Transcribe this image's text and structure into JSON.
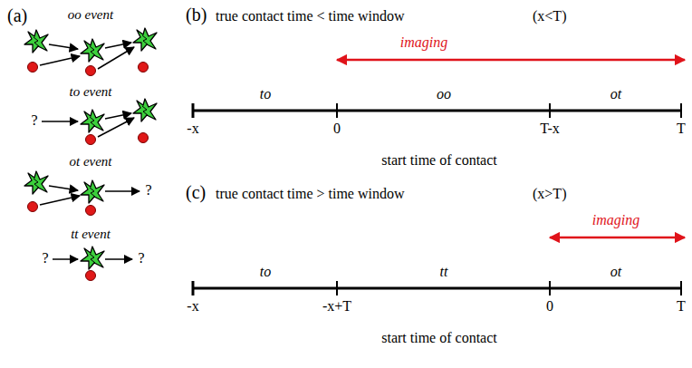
{
  "diagram": {
    "labels": [
      "(a)",
      "oo event",
      "to event",
      "?",
      "ot event",
      "?",
      "tt event",
      "?",
      "?",
      "(b)",
      "true contact time < time window",
      "(x<T)",
      "imaging",
      "to",
      "oo",
      "ot",
      "-x",
      "0",
      "T-x",
      "T",
      "start time of contact",
      "(c)",
      "true contact time > time window",
      "(x>T)",
      "imaging",
      "to",
      "tt",
      "ot",
      "-x",
      "-x+T",
      "0",
      "T",
      "start time of contact"
    ]
  }
}
